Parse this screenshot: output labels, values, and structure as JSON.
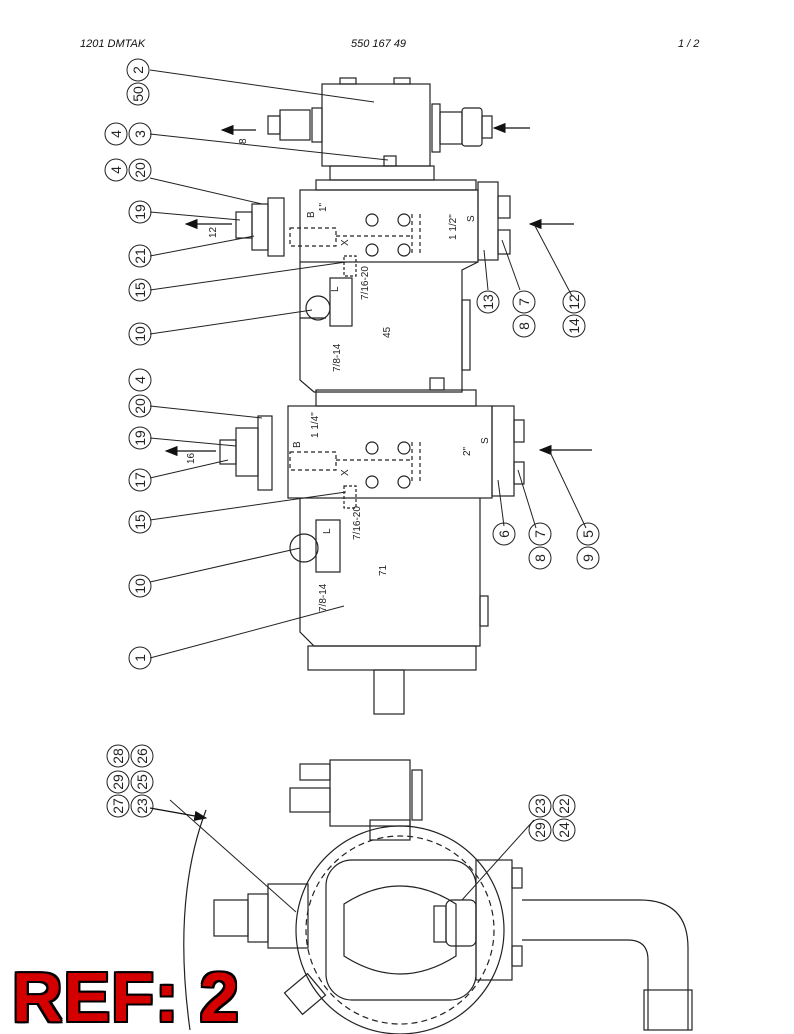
{
  "header": {
    "left": "1201 DMTAK",
    "center": "550 167 49",
    "right": "1 /  2"
  },
  "ref_label": "REF: 2",
  "callouts": {
    "c2": "2",
    "c50": "50",
    "c4a": "4",
    "c3": "3",
    "c4b": "4",
    "c20a": "20",
    "c19a": "19",
    "c21": "21",
    "c15a": "15",
    "c10a": "10",
    "c13": "13",
    "c8a": "8",
    "c7a": "7",
    "c14": "14",
    "c12": "12",
    "c4c": "4",
    "c20b": "20",
    "c19b": "19",
    "c17": "17",
    "c15b": "15",
    "c10b": "10",
    "c1": "1",
    "c6": "6",
    "c8b": "8",
    "c7b": "7",
    "c9": "9",
    "c5": "5",
    "c28": "28",
    "c26": "26",
    "c29a": "29",
    "c25": "25",
    "c27": "27",
    "c23a": "23",
    "c23b": "23",
    "c29b": "29",
    "c22": "22",
    "c24": "24"
  },
  "annotations": {
    "port_b": "B",
    "dim_1in": "1\"",
    "dim_1_1_2": "1 1/2\"",
    "port_s1": "S",
    "port_x1": "X",
    "thread_7_16_a": "7/16-20",
    "thread_7_8_a": "7/8-14",
    "port_l1": "L",
    "code_45": "45",
    "arrow_8": "8",
    "arrow_12": "12",
    "port_b2": "B",
    "dim_1_1_4": "1 1/4\"",
    "dim_2in": "2\"",
    "port_s2": "S",
    "port_x2": "X",
    "thread_7_16_b": "7/16-20",
    "thread_7_8_b": "7/8-14",
    "port_l2": "L",
    "code_71": "71",
    "arrow_16": "16"
  }
}
